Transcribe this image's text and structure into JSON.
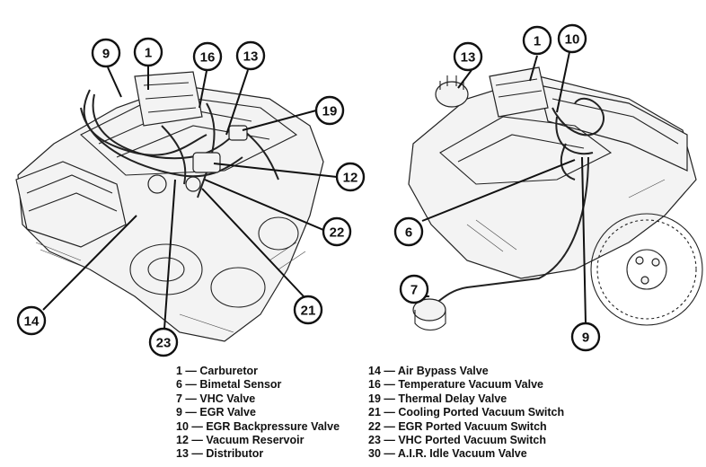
{
  "callouts": {
    "left": {
      "c9": "9",
      "c1": "1",
      "c16": "16",
      "c13": "13",
      "c19": "19",
      "c12": "12",
      "c22": "22",
      "c21": "21",
      "c23": "23",
      "c14": "14"
    },
    "right": {
      "c13": "13",
      "c1": "1",
      "c10": "10",
      "c6": "6",
      "c7": "7",
      "c9": "9"
    }
  },
  "legend": {
    "left": [
      "1 — Carburetor",
      "6 — Bimetal Sensor",
      "7 — VHC Valve",
      "9 — EGR Valve",
      "10 — EGR Backpressure Valve",
      "12 — Vacuum Reservoir",
      "13 — Distributor"
    ],
    "right": [
      "14 — Air Bypass Valve",
      "16 — Temperature Vacuum Valve",
      "19 — Thermal Delay Valve",
      "21 — Cooling Ported Vacuum Switch",
      "22 — EGR Ported Vacuum Switch",
      "23 — VHC Ported Vacuum Switch",
      "30 — A.I.R. Idle Vacuum Valve"
    ]
  }
}
